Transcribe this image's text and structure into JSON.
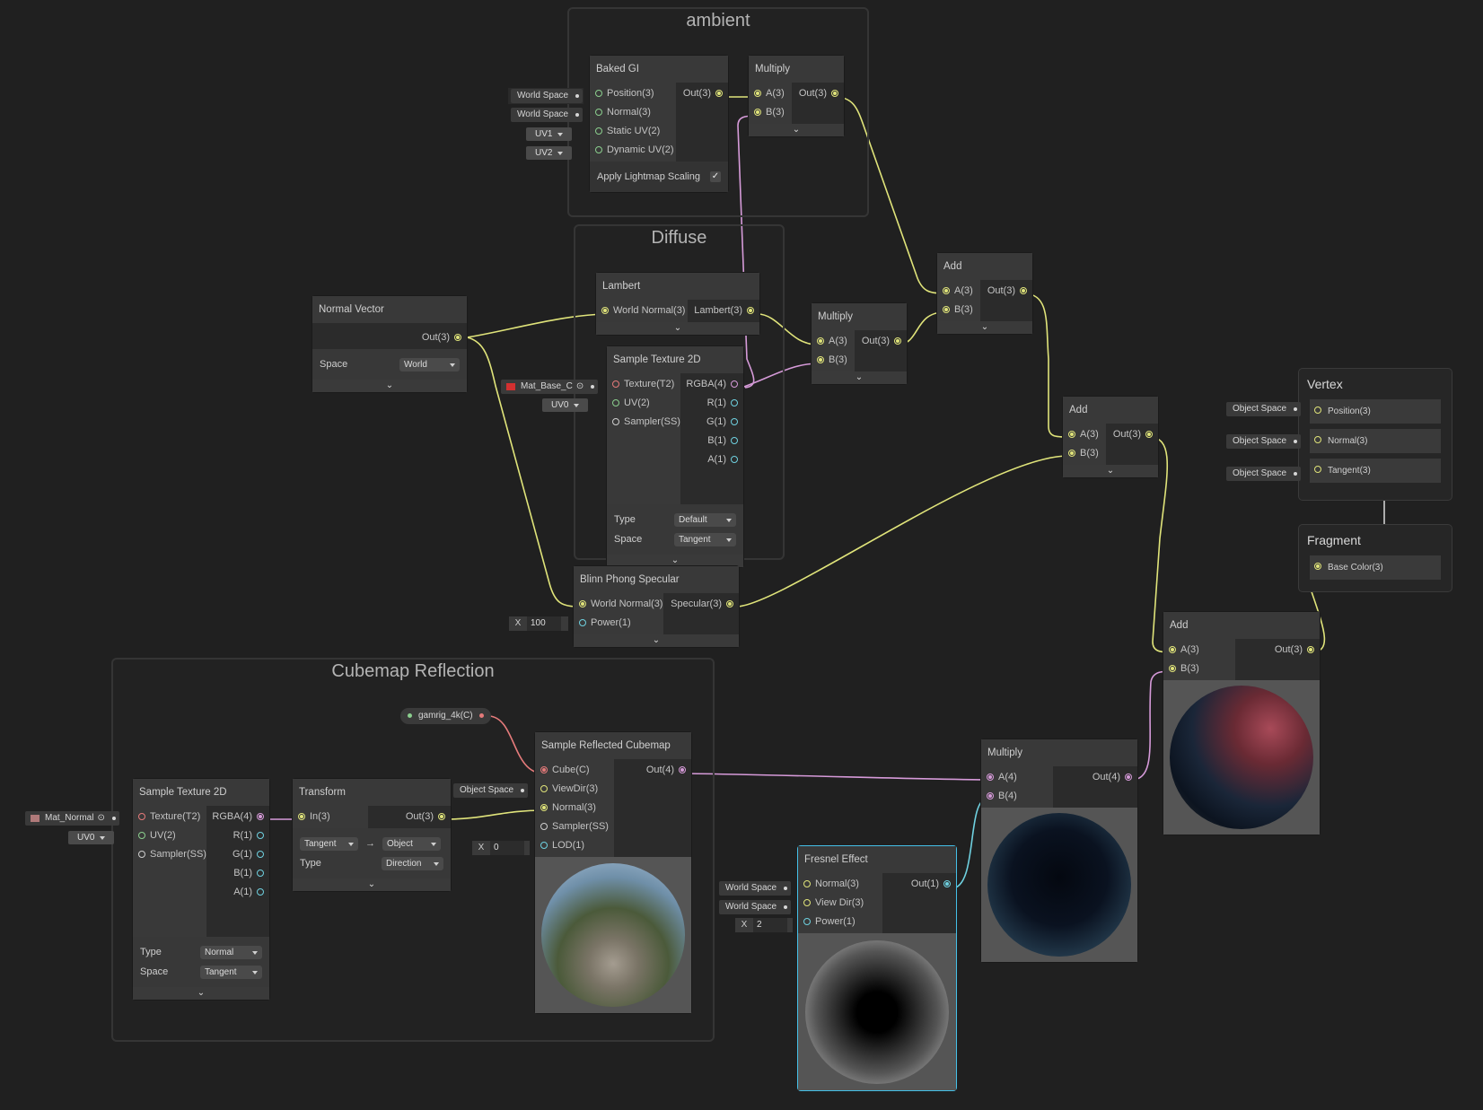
{
  "groups": {
    "ambient": "ambient",
    "diffuse": "Diffuse",
    "cubemap": "Cubemap Reflection"
  },
  "baked_gi": {
    "title": "Baked GI",
    "in": [
      "Position(3)",
      "Normal(3)",
      "Static UV(2)",
      "Dynamic UV(2)"
    ],
    "out": "Out(3)",
    "option": "Apply Lightmap Scaling",
    "check": "✓"
  },
  "mul1": {
    "title": "Multiply",
    "in": [
      "A(3)",
      "B(3)"
    ],
    "out": "Out(3)"
  },
  "normal_vector": {
    "title": "Normal Vector",
    "out": "Out(3)",
    "space_label": "Space",
    "space_value": "World"
  },
  "lambert": {
    "title": "Lambert",
    "in": "World Normal(3)",
    "out": "Lambert(3)"
  },
  "mul2": {
    "title": "Multiply",
    "in": [
      "A(3)",
      "B(3)"
    ],
    "out": "Out(3)"
  },
  "add1": {
    "title": "Add",
    "in": [
      "A(3)",
      "B(3)"
    ],
    "out": "Out(3)"
  },
  "sample_tex1": {
    "title": "Sample Texture 2D",
    "in": [
      "Texture(T2)",
      "UV(2)",
      "Sampler(SS)"
    ],
    "out": [
      "RGBA(4)",
      "R(1)",
      "G(1)",
      "B(1)",
      "A(1)"
    ],
    "type_label": "Type",
    "type_value": "Default",
    "space_label": "Space",
    "space_value": "Tangent"
  },
  "add2": {
    "title": "Add",
    "in": [
      "A(3)",
      "B(3)"
    ],
    "out": "Out(3)"
  },
  "blinn": {
    "title": "Blinn Phong Specular",
    "in": [
      "World Normal(3)",
      "Power(1)"
    ],
    "out": "Specular(3)"
  },
  "vertex": {
    "title": "Vertex",
    "slots": [
      "Position(3)",
      "Normal(3)",
      "Tangent(3)"
    ]
  },
  "fragment": {
    "title": "Fragment",
    "slots": [
      "Base Color(3)"
    ]
  },
  "add3": {
    "title": "Add",
    "in": [
      "A(3)",
      "B(3)"
    ],
    "out": "Out(3)"
  },
  "sample_tex2": {
    "title": "Sample Texture 2D",
    "in": [
      "Texture(T2)",
      "UV(2)",
      "Sampler(SS)"
    ],
    "out": [
      "RGBA(4)",
      "R(1)",
      "G(1)",
      "B(1)",
      "A(1)"
    ],
    "type_label": "Type",
    "type_value": "Normal",
    "space_label": "Space",
    "space_value": "Tangent"
  },
  "transform": {
    "title": "Transform",
    "in": "In(3)",
    "out": "Out(3)",
    "from": "Tangent",
    "arrow": "→",
    "to": "Object",
    "type_label": "Type",
    "type_value": "Direction"
  },
  "cube_prop": "gamrig_4k(C)",
  "sample_cube": {
    "title": "Sample Reflected Cubemap",
    "in": [
      "Cube(C)",
      "ViewDir(3)",
      "Normal(3)",
      "Sampler(SS)",
      "LOD(1)"
    ],
    "out": "Out(4)"
  },
  "mul3": {
    "title": "Multiply",
    "in": [
      "A(4)",
      "B(4)"
    ],
    "out": "Out(4)"
  },
  "fresnel": {
    "title": "Fresnel Effect",
    "in": [
      "Normal(3)",
      "View Dir(3)",
      "Power(1)"
    ],
    "out": "Out(1)"
  },
  "tags": {
    "world_space": "World Space",
    "object_space": "Object Space",
    "uv1": "UV1",
    "uv2": "UV2",
    "uv0": "UV0",
    "mat_base": "Mat_Base_C",
    "mat_normal": "Mat_Normal",
    "x": "X",
    "blinn_power": "100",
    "lod": "0",
    "fresnel_power": "2"
  },
  "expand_glyph": "⌄",
  "colors": {
    "vec3": "#e0e47a",
    "vec1": "#6fd1e0",
    "vec4": "#d69ad9",
    "texture": "#e57a7a",
    "selection": "#44c0e8",
    "background": "#202020"
  }
}
